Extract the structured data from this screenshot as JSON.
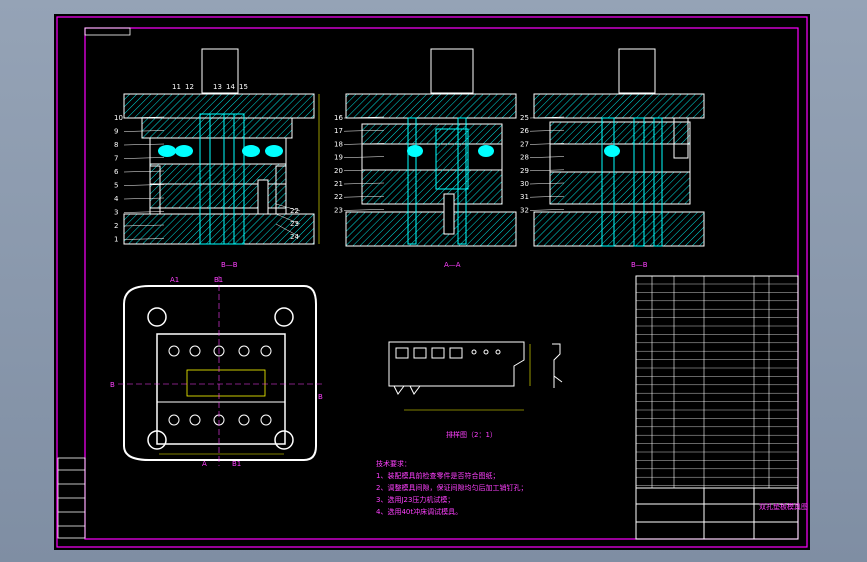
{
  "colors": {
    "frame": "#ff00ff",
    "plate": "#00ffff",
    "outline": "#ffffff",
    "hatch": "#00ffff",
    "label": "#ffffff",
    "annotation": "#ffff00"
  },
  "section_titles": {
    "left": "B—B",
    "middle": "A—A",
    "right": "B—B"
  },
  "plan_markers": {
    "a1": "A1",
    "b1": "B1",
    "a_bottom": "A",
    "b1_bottom": "B1",
    "b_left": "B",
    "b_right": "B"
  },
  "part_numbers": {
    "left": [
      "10",
      "9",
      "8",
      "7",
      "6",
      "5",
      "4",
      "3",
      "2",
      "1"
    ],
    "left_top": [
      "11",
      "12",
      "13",
      "14",
      "15"
    ],
    "left_right": [
      "22",
      "23",
      "24"
    ],
    "middle_left": [
      "16",
      "17",
      "18",
      "19",
      "20",
      "21",
      "22",
      "23"
    ],
    "right_left": [
      "25",
      "26",
      "27",
      "28",
      "29",
      "30",
      "31",
      "32"
    ]
  },
  "layout_title": "排样图（2：1）",
  "tech_requirements": {
    "heading": "技术要求：",
    "items": [
      "1、装配模具前检查零件是否符合图纸；",
      "2、调整模具间隙，保证间隙均匀后加工销钉孔；",
      "3、选用J23压力机试模；",
      "4、选用40t冲床调试模具。"
    ]
  },
  "title_block": {
    "drawing_name": "双孔垫板模具图"
  }
}
